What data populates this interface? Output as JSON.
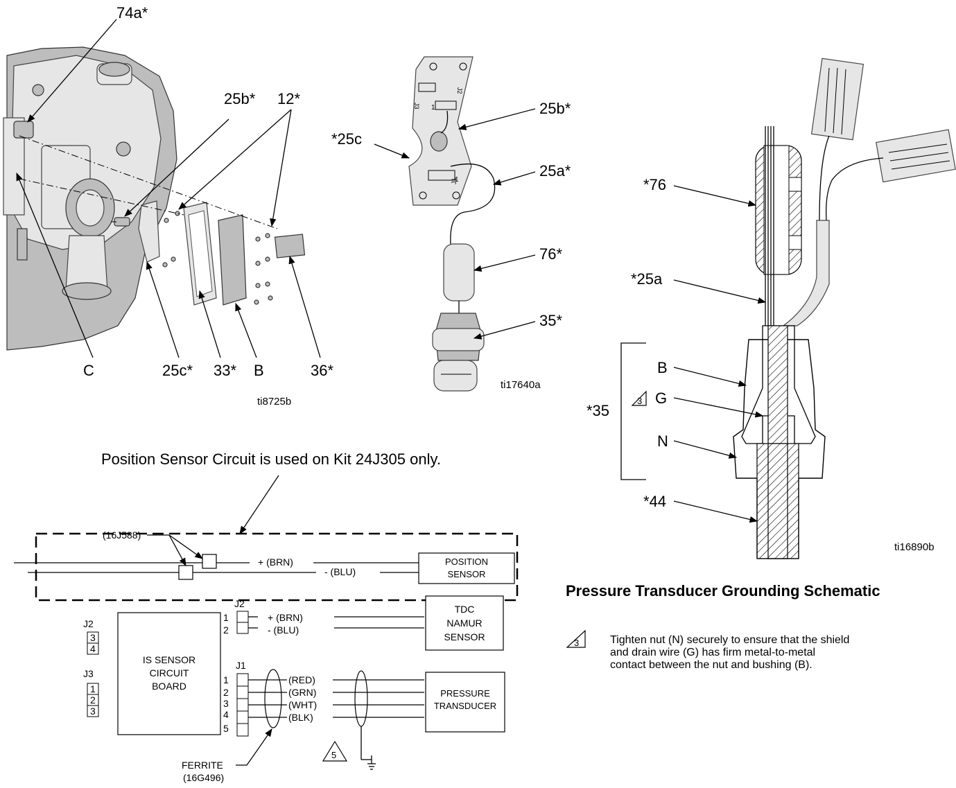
{
  "exploded_view": {
    "callouts": {
      "c74a": "74a*",
      "c25b": "25b*",
      "c12": "12*",
      "cC": "C",
      "c25c": "25c*",
      "c33": "33*",
      "cB": "B",
      "c36": "36*"
    },
    "figure_ref": "ti8725b"
  },
  "board_view": {
    "callouts": {
      "c25b": "25b*",
      "c25c": "*25c",
      "c25a": "25a*",
      "c76": "76*",
      "c35": "35*"
    },
    "board_labels": {
      "j2": "J2",
      "j3": "J3",
      "j1": "J1",
      "pin1a": "1",
      "pin1b": "1"
    },
    "figure_ref": "ti17640a"
  },
  "section_view": {
    "callouts": {
      "c76": "*76",
      "c25a": "*25a",
      "cB": "B",
      "cG": "G",
      "c35": "*35",
      "cN": "N",
      "c44": "*44"
    },
    "note_flag": "3",
    "figure_ref": "ti16890b",
    "title": "Pressure Transducer Grounding Schematic"
  },
  "note": {
    "flag": "3",
    "lines": [
      "Tighten nut (N) securely to ensure that the shield",
      "and drain wire (G) has firm metal-to-metal",
      "contact between the nut and bushing (B)."
    ]
  },
  "schematic": {
    "caption": "Position Sensor Circuit is used on Kit 24J305 only.",
    "part_16j588": "(16J588)",
    "pos_brn": "+ (BRN)",
    "pos_blu": "- (BLU)",
    "position_sensor": [
      "POSITION",
      "SENSOR"
    ],
    "j2": {
      "label": "J2",
      "pins": [
        "1",
        "2"
      ],
      "wires": [
        "+ (BRN)",
        "- (BLU)"
      ]
    },
    "tdc": [
      "TDC",
      "NAMUR",
      "SENSOR"
    ],
    "legend_j2": {
      "label": "J2",
      "pins": [
        "3",
        "4"
      ]
    },
    "legend_j3": {
      "label": "J3",
      "pins": [
        "1",
        "2",
        "3"
      ]
    },
    "board": [
      "IS SENSOR",
      "CIRCUIT",
      "BOARD"
    ],
    "j1": {
      "label": "J1",
      "pins": [
        "1",
        "2",
        "3",
        "4",
        "5"
      ],
      "wires": [
        "(RED)",
        "(GRN)",
        "(WHT)",
        "(BLK)"
      ]
    },
    "transducer": [
      "PRESSURE",
      "TRANSDUCER"
    ],
    "ferrite": [
      "FERRITE",
      "(16G496)"
    ],
    "ground_flag": "5"
  },
  "colors": {
    "ink": "#000000",
    "part_light": "#e6e6e6",
    "part_mid": "#bdbdbd"
  }
}
